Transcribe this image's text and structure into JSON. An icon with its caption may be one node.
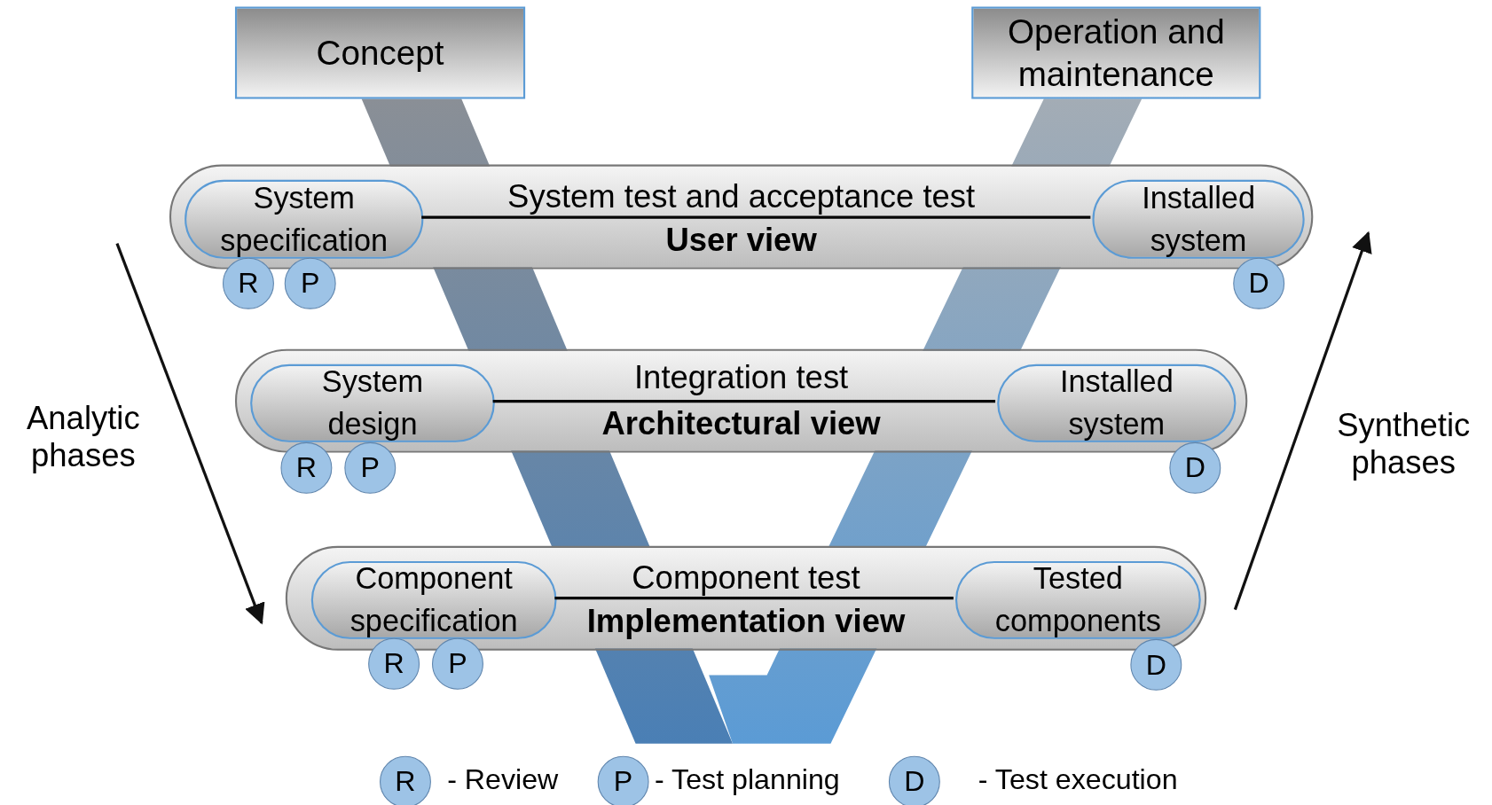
{
  "diagram": {
    "nodes": [
      {
        "text": [
          "Concept"
        ]
      },
      {
        "text": [
          "Operation and maintenance"
        ]
      },
      {
        "text": [
          "System test and acceptance test",
          "User view"
        ]
      },
      {
        "text": [
          "System specification"
        ],
        "in": 2
      },
      {
        "text": [
          "Installed system"
        ],
        "in": 2
      },
      {
        "text": [
          "R"
        ]
      },
      {
        "text": [
          "P"
        ]
      },
      {
        "text": [
          "D"
        ]
      },
      {
        "text": [
          "Integration test",
          "Architectural view"
        ]
      },
      {
        "text": [
          "System design"
        ],
        "in": 8
      },
      {
        "text": [
          "Installed system"
        ],
        "in": 8
      },
      {
        "text": [
          "R"
        ]
      },
      {
        "text": [
          "P"
        ]
      },
      {
        "text": [
          "D"
        ]
      },
      {
        "text": [
          "Component test",
          "Implementation view"
        ]
      },
      {
        "text": [
          "Component specification"
        ],
        "in": 14
      },
      {
        "text": [
          "Tested components"
        ],
        "in": 14
      },
      {
        "text": [
          "R"
        ]
      },
      {
        "text": [
          "P"
        ]
      },
      {
        "text": [
          "D"
        ]
      },
      {
        "text": [
          "R"
        ]
      },
      {
        "text": [
          "P"
        ]
      },
      {
        "text": [
          "D"
        ]
      }
    ],
    "edges": [
      {
        "from": 3,
        "to": 4,
        "arrow": "none"
      },
      {
        "from": 9,
        "to": 10,
        "arrow": "none"
      },
      {
        "from": 15,
        "to": 16,
        "arrow": "none"
      }
    ],
    "labels": [
      "Analytic phases",
      "Synthetic phases",
      "- Review",
      "- Test planning",
      "- Test execution"
    ]
  }
}
